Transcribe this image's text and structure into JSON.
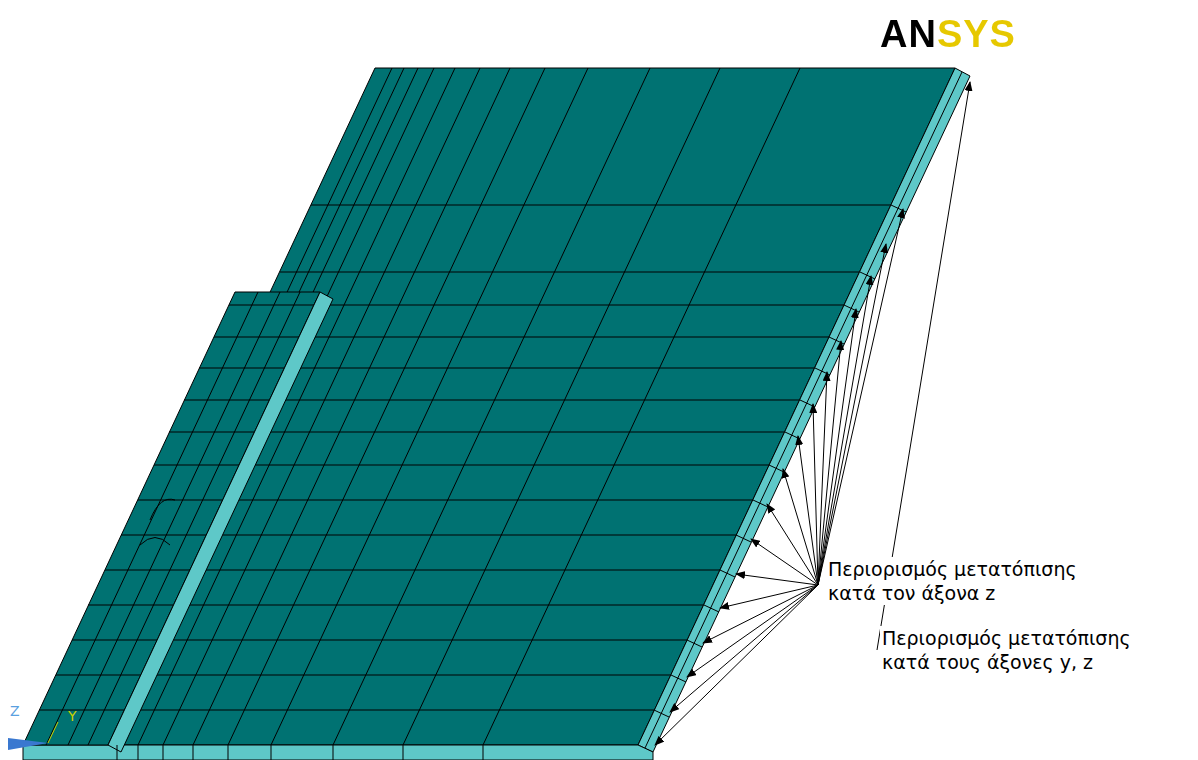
{
  "diagram": {
    "labels": [
      "ANSYS",
      "Περιορισμός μετατόπισης κατά τους άξονες y, z",
      "Περιορισμός μετατόπισης κατά τον άξονα z",
      "Z",
      "Y"
    ]
  }
}
